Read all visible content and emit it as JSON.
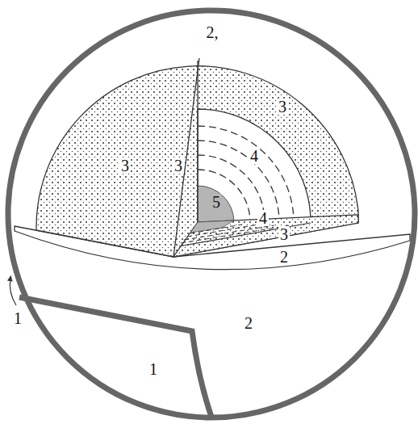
{
  "diagram": {
    "labels": [
      "2,",
      "3",
      "3",
      "3",
      "4",
      "5",
      "4",
      "3",
      "2",
      "1",
      "2",
      "1"
    ]
  }
}
